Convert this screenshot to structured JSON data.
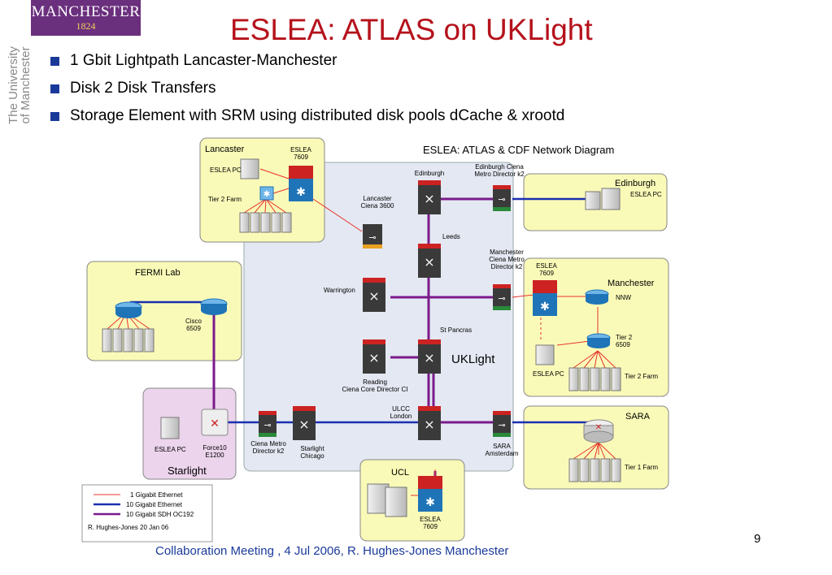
{
  "logo": {
    "line1": "MANCHESTER",
    "line2": "1824"
  },
  "vertical_text": {
    "line1": "The University",
    "line2": "of Manchester"
  },
  "title": "ESLEA: ATLAS on UKLight",
  "bullets": [
    "1 Gbit Lightpath Lancaster-Manchester",
    "Disk 2 Disk Transfers",
    "Storage Element with SRM using distributed disk pools dCache & xrootd"
  ],
  "diagram": {
    "title": "ESLEA: ATLAS & CDF Network Diagram",
    "sites": {
      "lancaster": "Lancaster",
      "edinburgh": "Edinburgh",
      "fermi": "FERMI Lab",
      "manchester": "Manchester",
      "starlight": "Starlight",
      "sara": "SARA",
      "ucl": "UCL",
      "uklight": "UKLight"
    },
    "labels": {
      "lancaster_eslea": "ESLEA\n7609",
      "lancaster_pc": "ESLEA PC",
      "tier2_farm_lancaster": "Tier 2 Farm",
      "edinburgh_node": "Edinburgh",
      "edinburgh_ciena": "Edinburgh Ciena\nMetro Director k2",
      "edinburgh_pc": "ESLEA PC",
      "lancaster_ciena": "Lancaster\nCiena 3600",
      "leeds": "Leeds",
      "manchester_ciena": "Manchester\nCiena Metro\nDirector k2",
      "manchester_eslea": "ESLEA\n7609",
      "nnw": "NNW",
      "tier2_6509": "Tier 2\n6509",
      "manchester_pc": "ESLEA PC",
      "tier2_farm_manchester": "Tier 2 Farm",
      "warrington": "Warrington",
      "st_pancras": "St Pancras",
      "reading": "Reading\nCiena Core Director CI",
      "cisco": "Cisco\n6509",
      "ulcc": "ULCC\nLondon",
      "sara_amsterdam": "SARA\nAmsterdam",
      "tier1_farm": "Tier 1 Farm",
      "starlight_pc": "ESLEA PC",
      "force10": "Force10\nE1200",
      "ciena_metro": "Ciena Metro\nDirector k2",
      "starlight_chicago": "Starlight\nChicago",
      "ucl_eslea": "ESLEA\n7609"
    },
    "legend": {
      "items": [
        {
          "label": "1 Gigabit Ethernet",
          "color": "#e8322b"
        },
        {
          "label": "10 Gigabit Ethernet",
          "color": "#1a2fb0"
        },
        {
          "label": "10 Gigabit SDH OC192",
          "color": "#7a1a8c"
        }
      ],
      "credit": "R. Hughes-Jones 20 Jan 06"
    }
  },
  "footer": "Collaboration Meeting , 4 Jul 2006,  R. Hughes-Jones  Manchester",
  "page_number": "9",
  "colors": {
    "title": "#b5121b",
    "site_box": "#fafab8",
    "starlight_box": "#ecd4ec",
    "uklight_box": "#e4e8f2",
    "link_1g": "#e8322b",
    "link_10g": "#1a2fb0",
    "link_sdh": "#7a1a8c"
  }
}
